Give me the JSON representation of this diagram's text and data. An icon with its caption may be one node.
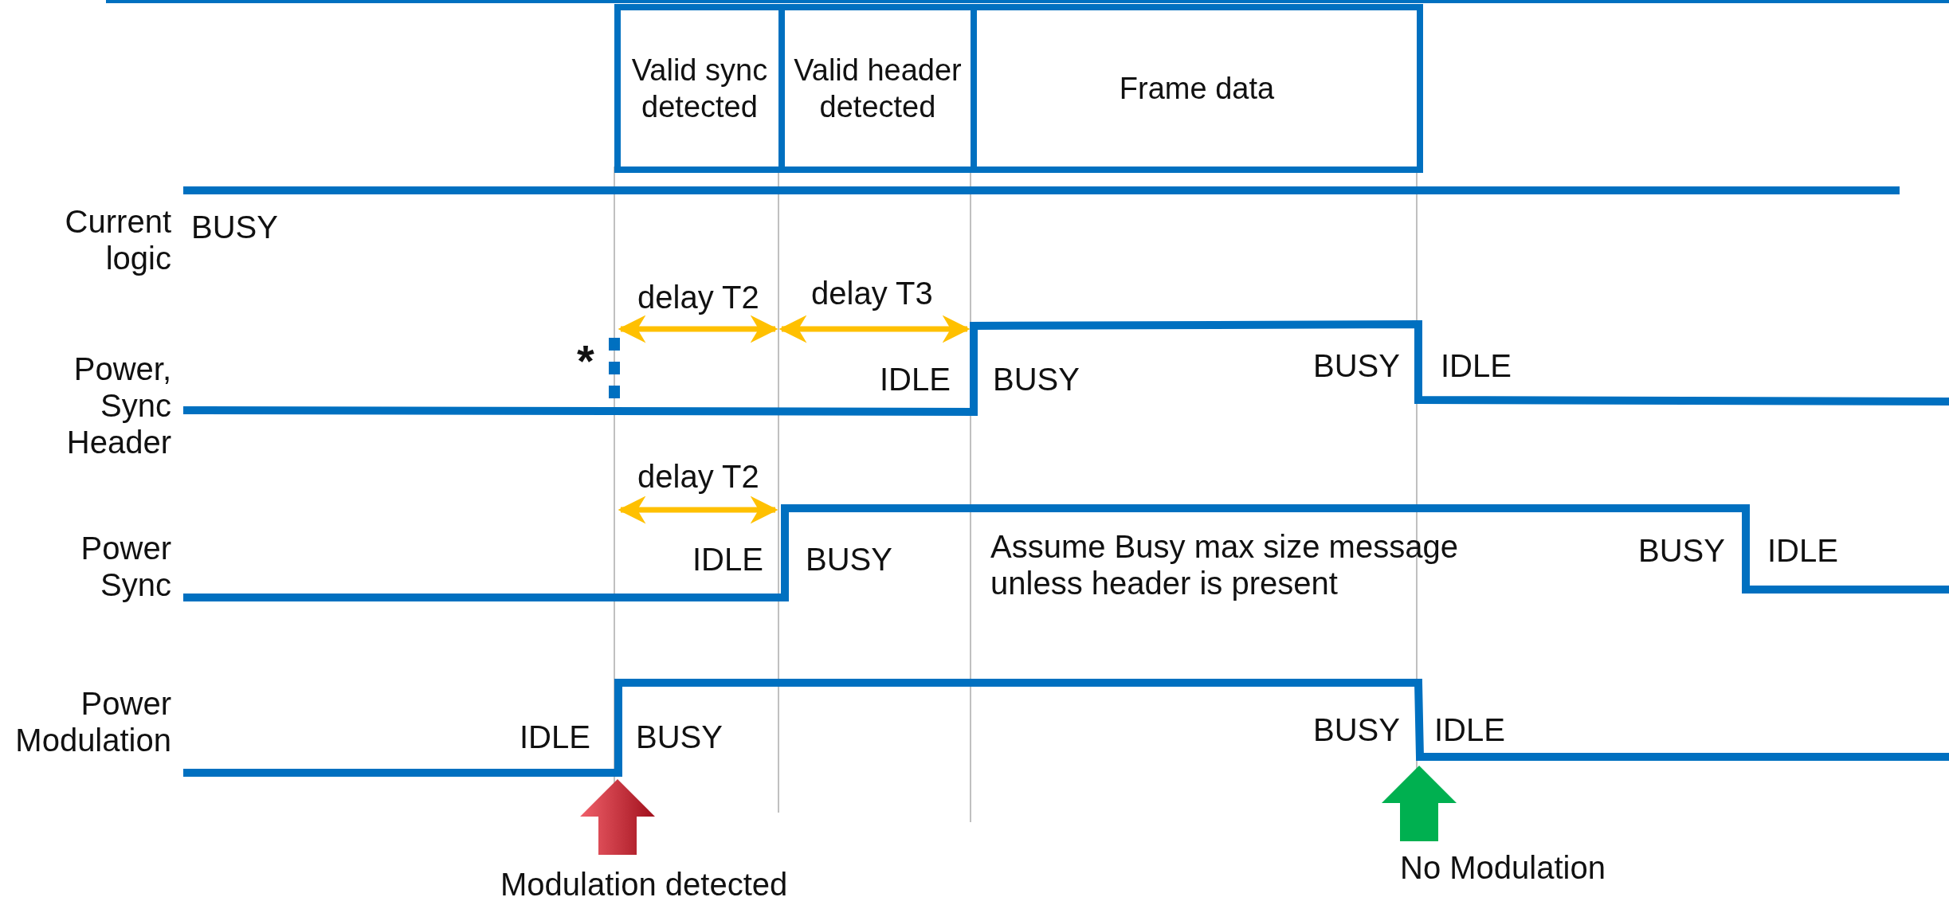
{
  "diagram": {
    "nodes": [
      {
        "text": [
          "Valid sync detected"
        ]
      },
      {
        "text": [
          "Valid header detected"
        ]
      },
      {
        "text": [
          "Frame data"
        ]
      }
    ],
    "labels": [
      "Current logic",
      "BUSY",
      "delay T2",
      "delay T3",
      "*",
      "Power, Sync Header",
      "IDLE",
      "BUSY",
      "BUSY",
      "IDLE",
      "delay T2",
      "Power Sync",
      "IDLE",
      "BUSY",
      "Assume Busy max size message unless header is present",
      "BUSY",
      "IDLE",
      "Power Modulation",
      "IDLE",
      "BUSY",
      "BUSY",
      "IDLE",
      "No Modulation",
      "Modulation detected"
    ]
  }
}
